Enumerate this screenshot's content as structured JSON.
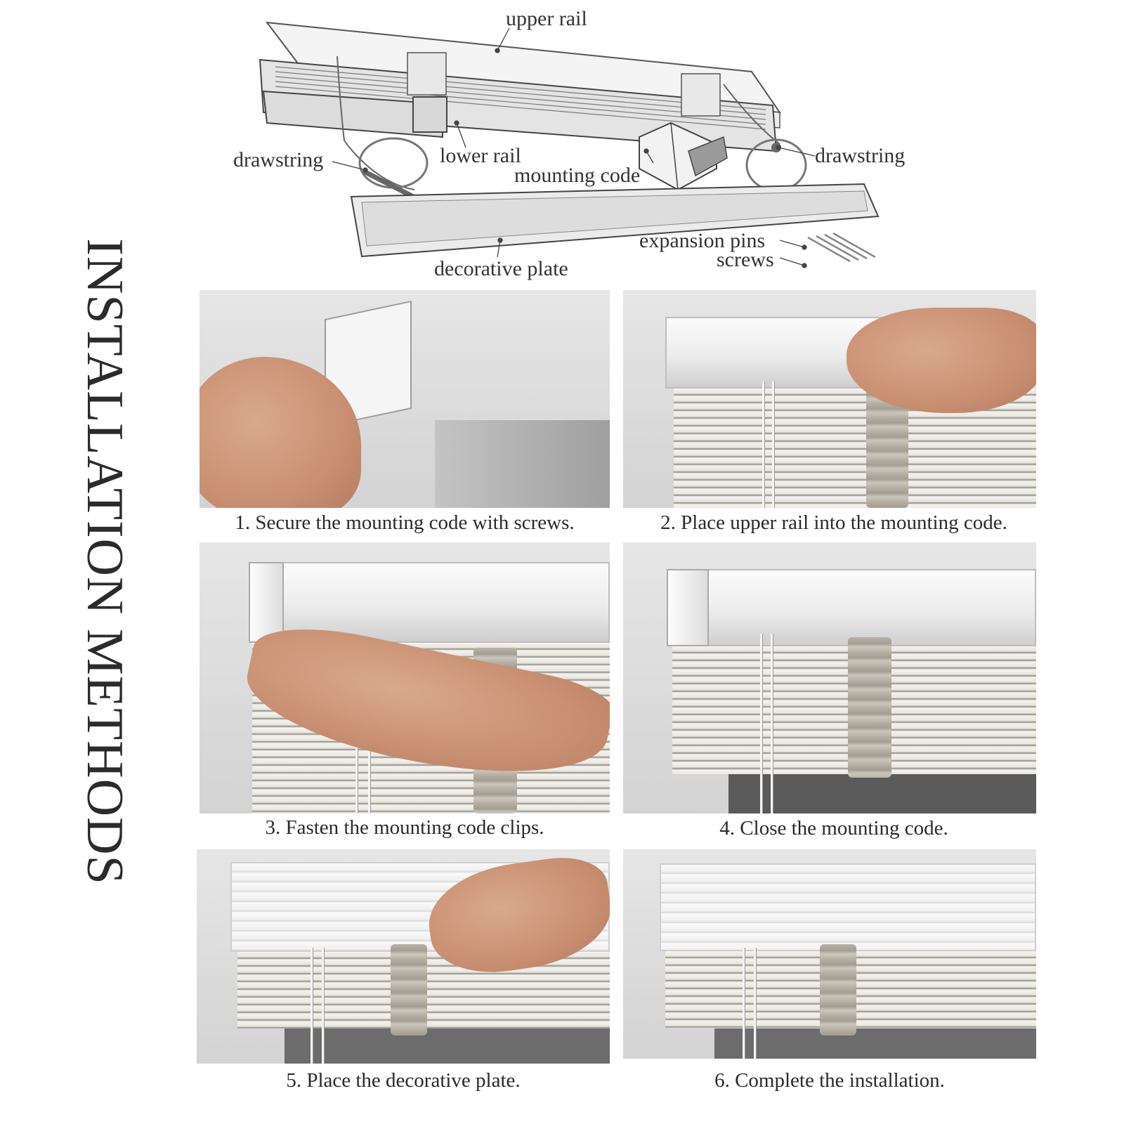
{
  "title": "INSTALLATION METHODS",
  "diagram": {
    "labels": {
      "upper_rail": "upper rail",
      "drawstring_left": "drawstring",
      "lower_rail": "lower rail",
      "mounting_code": "mounting code",
      "drawstring_right": "drawstring",
      "expansion_pins": "expansion pins",
      "screws": "screws",
      "decorative_plate": "decorative plate"
    }
  },
  "steps": [
    {
      "caption": "1. Secure the mounting code with screws."
    },
    {
      "caption": "2. Place upper rail into the mounting code."
    },
    {
      "caption": "3. Fasten the mounting code clips."
    },
    {
      "caption": "4. Close the mounting code."
    },
    {
      "caption": "5. Place the decorative plate."
    },
    {
      "caption": "6. Complete the installation."
    }
  ],
  "colors": {
    "text": "#2a2a2a",
    "wall": "#dcdcdc",
    "slat": "#f0ede6",
    "tape": "#b5afa4",
    "skin": "#c98f72"
  }
}
